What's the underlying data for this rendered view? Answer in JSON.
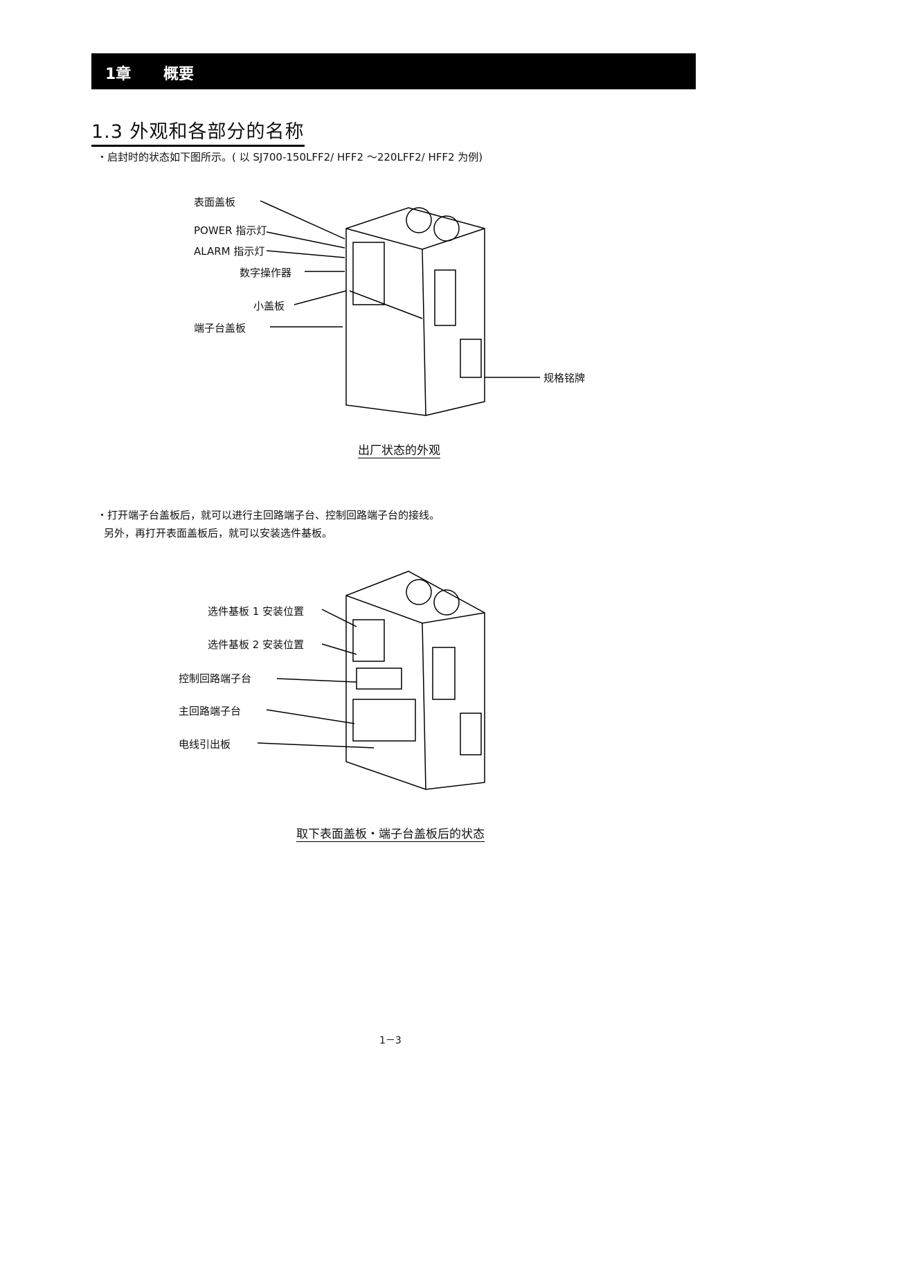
{
  "header": {
    "chapter": "1章",
    "title": "概要"
  },
  "section": {
    "heading": "1.3 外观和各部分的名称",
    "intro": "・启封时的状态如下图所示。( 以 SJ700-150LFF2/ HFF2 ～220LFF2/ HFF2 为例)"
  },
  "figure1": {
    "labels": [
      "表面盖板",
      "POWER 指示灯",
      "ALARM 指示灯",
      "数字操作器",
      "小盖板",
      "端子台盖板",
      "规格铭牌"
    ],
    "caption": "出厂状态的外观"
  },
  "paragraph": {
    "line1": "・打开端子台盖板后，就可以进行主回路端子台、控制回路端子台的接线。",
    "line2": "另外，再打开表面盖板后，就可以安装选件基板。"
  },
  "figure2": {
    "labels": [
      "选件基板 1  安装位置",
      "选件基板 2  安装位置",
      "控制回路端子台",
      "主回路端子台",
      "电线引出板"
    ],
    "caption": "取下表面盖板・端子台盖板后的状态"
  },
  "footer": {
    "page_number": "1－3"
  }
}
